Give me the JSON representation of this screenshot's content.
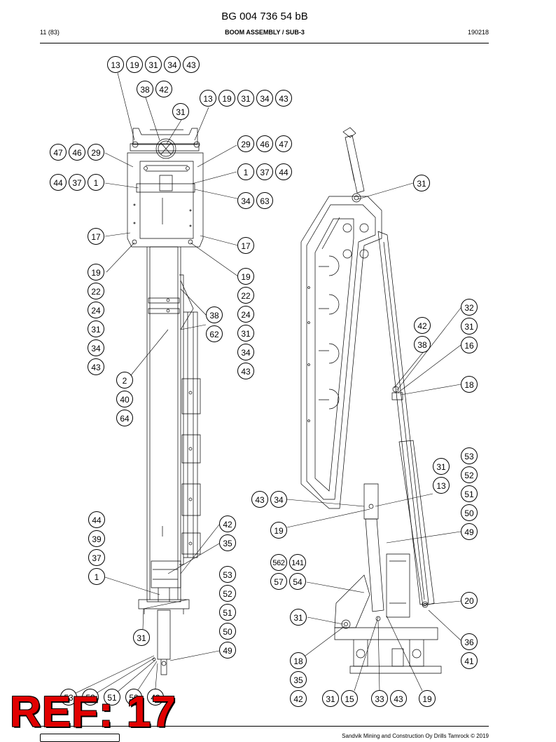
{
  "header": {
    "doc_number": "BG 004 736 54 bB",
    "page": "11 (83)",
    "section": "BOOM ASSEMBLY / SUB-3",
    "date_code": "190218"
  },
  "footer": {
    "copyright": "Sandvik Mining and Construction Oy Drills Tamrock © 2019"
  },
  "callouts": [
    "13",
    "19",
    "31",
    "34",
    "43",
    "38",
    "42",
    "13",
    "19",
    "31",
    "34",
    "43",
    "31",
    "47",
    "46",
    "29",
    "29",
    "46",
    "47",
    "44",
    "37",
    "1",
    "1",
    "37",
    "44",
    "34",
    "63",
    "17",
    "17",
    "19",
    "22",
    "24",
    "31",
    "34",
    "43",
    "19",
    "22",
    "24",
    "31",
    "34",
    "43",
    "38",
    "62",
    "2",
    "40",
    "64",
    "44",
    "39",
    "37",
    "1",
    "42",
    "35",
    "53",
    "52",
    "51",
    "50",
    "49",
    "31",
    "53",
    "52",
    "51",
    "50",
    "49",
    "31",
    "32",
    "31",
    "16",
    "42",
    "38",
    "18",
    "53",
    "52",
    "51",
    "50",
    "49",
    "31",
    "13",
    "43",
    "34",
    "19",
    "562",
    "141",
    "57",
    "54",
    "20",
    "31",
    "36",
    "41",
    "18",
    "35",
    "42",
    "31",
    "15",
    "33",
    "43",
    "19"
  ],
  "stamp": {
    "text": "REF: 17",
    "color": "#e10000"
  }
}
